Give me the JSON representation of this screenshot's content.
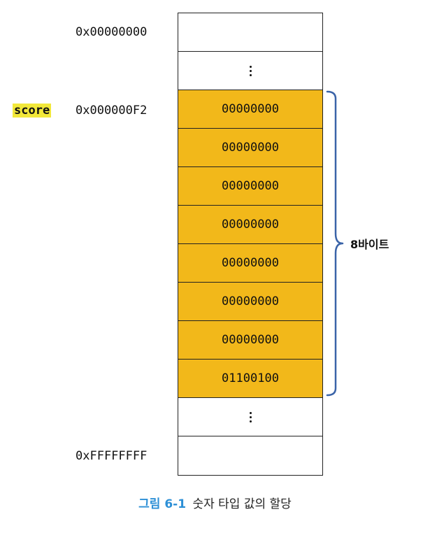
{
  "addresses": {
    "top": "0x00000000",
    "score": "0x000000F2",
    "bottom": "0xFFFFFFFF"
  },
  "variable_label": "score",
  "memory": {
    "bytes": [
      "00000000",
      "00000000",
      "00000000",
      "00000000",
      "00000000",
      "00000000",
      "00000000",
      "01100100"
    ]
  },
  "brace_label": "8바이트",
  "caption": {
    "figure_number": "그림 6-1",
    "text": "숫자 타입 값의 할당"
  },
  "colors": {
    "filled_cell": "#f2b81a",
    "highlight": "#f2e83a",
    "brace": "#3a63a8",
    "figure_number": "#2c8fd6"
  }
}
